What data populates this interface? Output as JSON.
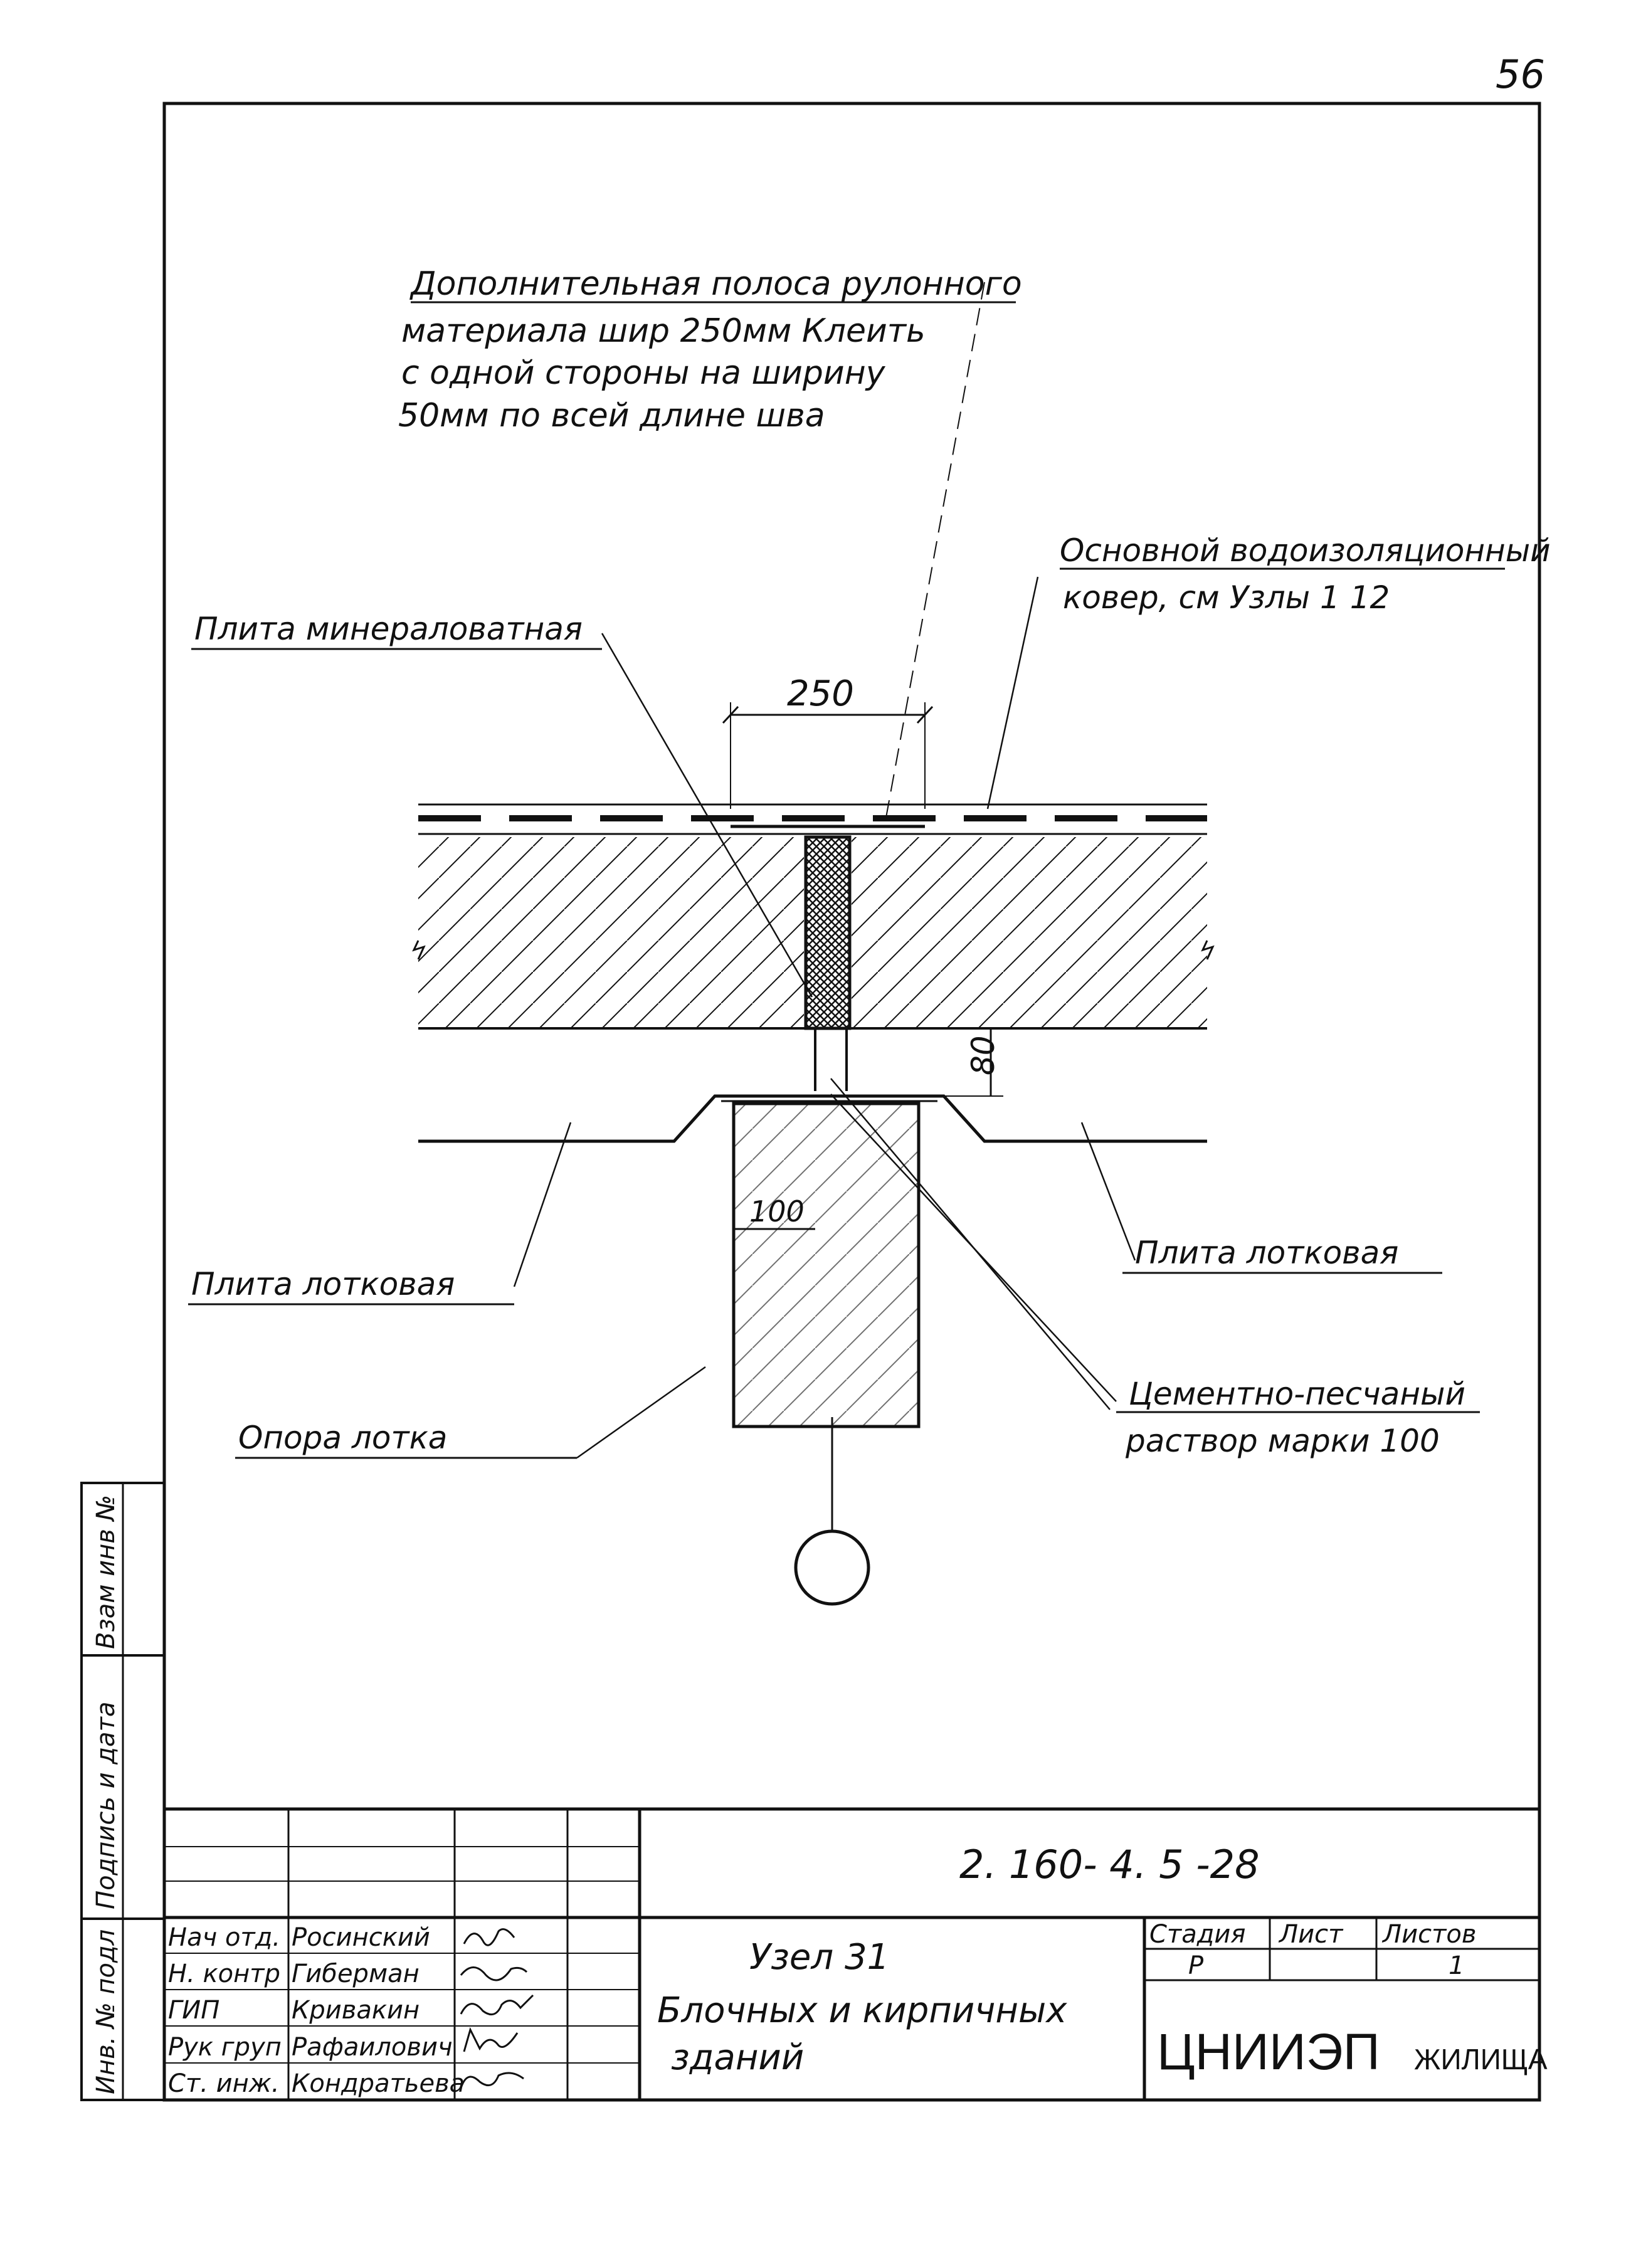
{
  "sheet": {
    "page_number": "56"
  },
  "labels": {
    "strip_line1": "Дополнительная полоса рулонного",
    "strip_line2": "материала шир 250мм Клеить",
    "strip_line3": "с одной стороны на ширину",
    "strip_line4": "50мм по всей длине шва",
    "main_carpet_line1": "Основной водоизоляционный",
    "main_carpet_line2": "ковер, см Узлы 1 12",
    "mineral_plate": "Плита минераловатная",
    "tray_plate_left": "Плита лотковая",
    "tray_plate_right": "Плита лотковая",
    "tray_support": "Опора лотка",
    "mortar_line1": "Цементно-песчаный",
    "mortar_line2": "раствор марки 100"
  },
  "dimensions": {
    "top_width": "250",
    "gap_height": "80",
    "support_offset": "100"
  },
  "side_stamp": {
    "inv_podl": "Инв. № подл",
    "podpis_data": "Подпись и дата",
    "vzam_inv": "Взам инв №"
  },
  "title_block": {
    "document_code": "2. 160- 4. 5 -28",
    "roles": [
      "Нач отд.",
      "Н. контр",
      "ГИП",
      "Рук груп",
      "Ст. инж."
    ],
    "names": [
      "Росинский",
      "Гиберман",
      "Кривакин",
      "Рафаилович",
      "Кондратьева"
    ],
    "name_title_line1": "Узел 31",
    "name_title_line2": "Блочных и кирпичных",
    "name_title_line3": "зданий",
    "stage_header": "Стадия",
    "sheet_header": "Лист",
    "sheets_header": "Листов",
    "stage_value": "Р",
    "sheet_value": "",
    "sheets_value": "1",
    "organization": "ЦНИИЭП",
    "organization_sub": "ЖИЛИЩА"
  }
}
